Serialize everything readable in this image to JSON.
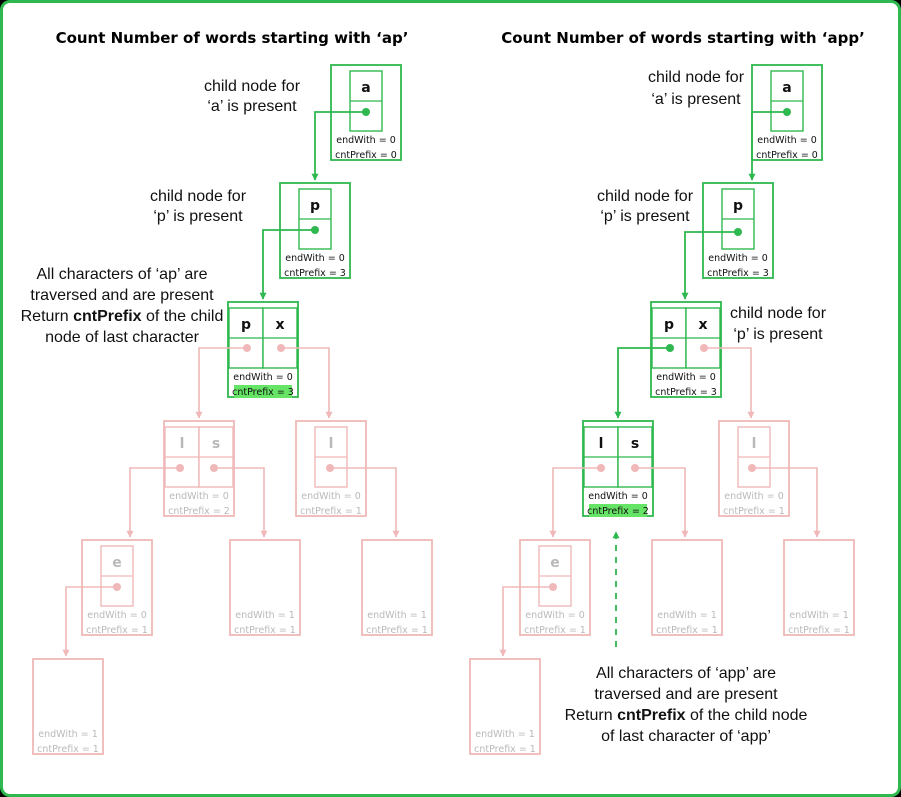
{
  "colors": {
    "frame": "#2fb84f",
    "active": "#2fb84f",
    "inactive": "#f0b8b8",
    "highlight": "#66e466"
  },
  "left": {
    "title": "Count Number of words starting with ‘ap’",
    "annotations": [
      {
        "lines": [
          "child node for",
          "‘a’ is present"
        ]
      },
      {
        "lines": [
          "child node for",
          "‘p’ is present"
        ]
      },
      {
        "lines": [
          "All characters of ‘ap’ are",
          "traversed and are present",
          "Return [b]cntPrefix[/b] of the child",
          "node of last character"
        ]
      }
    ],
    "nodes": [
      {
        "chars": [
          "a"
        ],
        "end": "endWith = 0",
        "cnt": "cntPrefix = 0"
      },
      {
        "chars": [
          "p"
        ],
        "end": "endWith = 0",
        "cnt": "cntPrefix = 3"
      },
      {
        "chars": [
          "p",
          "x"
        ],
        "end": "endWith = 0",
        "cnt": "cntPrefix = 3"
      },
      {
        "chars": [
          "l",
          "s"
        ],
        "end": "endWith = 0",
        "cnt": "cntPrefix = 2"
      },
      {
        "chars": [
          "l"
        ],
        "end": "endWith = 0",
        "cnt": "cntPrefix = 1"
      },
      {
        "chars": [
          "e"
        ],
        "end": "endWith = 0",
        "cnt": "cntPrefix = 1"
      },
      {
        "chars": [],
        "end": "endWith = 1",
        "cnt": "cntPrefix = 1"
      },
      {
        "chars": [],
        "end": "endWith = 1",
        "cnt": "cntPrefix = 1"
      },
      {
        "chars": [],
        "end": "endWith = 1",
        "cnt": "cntPrefix = 1"
      }
    ]
  },
  "right": {
    "title": "Count Number of words starting with ‘app’",
    "annotations": [
      {
        "lines": [
          "child node for",
          "‘a’ is present"
        ]
      },
      {
        "lines": [
          "child node for",
          "‘p’ is present"
        ]
      },
      {
        "lines": [
          "child node for",
          "‘p’ is present"
        ]
      },
      {
        "lines": [
          "All characters of ‘app’ are",
          "traversed and are present",
          "Return [b]cntPrefix[/b] of the child node",
          "of last character of ‘app’"
        ]
      }
    ],
    "nodes": [
      {
        "chars": [
          "a"
        ],
        "end": "endWith = 0",
        "cnt": "cntPrefix = 0"
      },
      {
        "chars": [
          "p"
        ],
        "end": "endWith = 0",
        "cnt": "cntPrefix = 3"
      },
      {
        "chars": [
          "p",
          "x"
        ],
        "end": "endWith = 0",
        "cnt": "cntPrefix = 3"
      },
      {
        "chars": [
          "l",
          "s"
        ],
        "end": "endWith = 0",
        "cnt": "cntPrefix = 2"
      },
      {
        "chars": [
          "l"
        ],
        "end": "endWith = 0",
        "cnt": "cntPrefix = 1"
      },
      {
        "chars": [
          "e"
        ],
        "end": "endWith = 0",
        "cnt": "cntPrefix = 1"
      },
      {
        "chars": [],
        "end": "endWith = 1",
        "cnt": "cntPrefix = 1"
      },
      {
        "chars": [],
        "end": "endWith = 1",
        "cnt": "cntPrefix = 1"
      },
      {
        "chars": [],
        "end": "endWith = 1",
        "cnt": "cntPrefix = 1"
      }
    ]
  }
}
